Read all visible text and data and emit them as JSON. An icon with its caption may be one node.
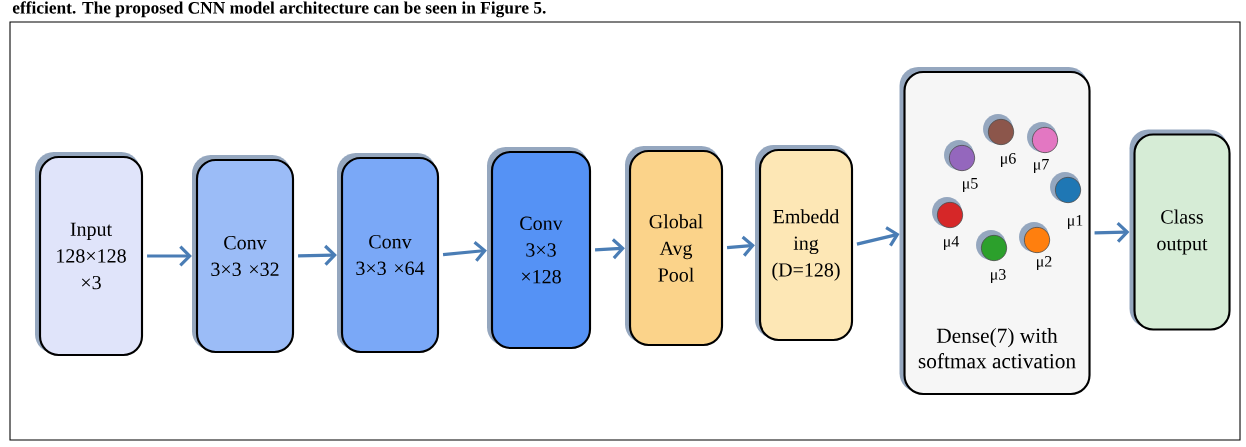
{
  "diagram": {
    "nodes": [
      {
        "text": [
          "Input 128×128 ×3"
        ]
      },
      {
        "text": [
          "Conv 3×3 ×32"
        ]
      },
      {
        "text": [
          "Conv 3×3 ×64"
        ]
      },
      {
        "text": [
          "Conv 3×3 ×128"
        ]
      },
      {
        "text": [
          "Global Avg Pool"
        ]
      },
      {
        "text": [
          "Embedd ing (D=128)"
        ]
      },
      {
        "text": [
          "Dense(7) with softmax activation"
        ]
      },
      {
        "text": [],
        "shape": "circle",
        "in": 6,
        "beside": [
          "μ4"
        ]
      },
      {
        "text": [],
        "shape": "circle",
        "in": 6,
        "beside": [
          "μ5"
        ]
      },
      {
        "text": [],
        "shape": "circle",
        "in": 6,
        "beside": [
          "μ3"
        ]
      },
      {
        "text": [],
        "shape": "circle",
        "in": 6,
        "beside": [
          "μ6"
        ]
      },
      {
        "text": [],
        "shape": "circle",
        "in": 6,
        "beside": [
          "μ2"
        ]
      },
      {
        "text": [],
        "shape": "circle",
        "in": 6,
        "beside": [
          "μ7"
        ]
      },
      {
        "text": [],
        "shape": "circle",
        "in": 6,
        "beside": [
          "μ1"
        ]
      },
      {
        "text": [
          "Class output"
        ]
      }
    ],
    "edges": [
      {
        "from": 0,
        "to": 1,
        "arrow": "to"
      },
      {
        "from": 1,
        "to": 2,
        "arrow": "to"
      },
      {
        "from": 2,
        "to": 3,
        "arrow": "to"
      },
      {
        "from": 3,
        "to": 4,
        "arrow": "to"
      },
      {
        "from": 4,
        "to": 5,
        "arrow": "to"
      },
      {
        "from": 5,
        "to": 6,
        "arrow": "to"
      },
      {
        "from": 6,
        "to": 14,
        "arrow": "to"
      }
    ],
    "labels": [
      "efficient. The proposed CNN model architecture can be seen in Figure 5."
    ]
  }
}
